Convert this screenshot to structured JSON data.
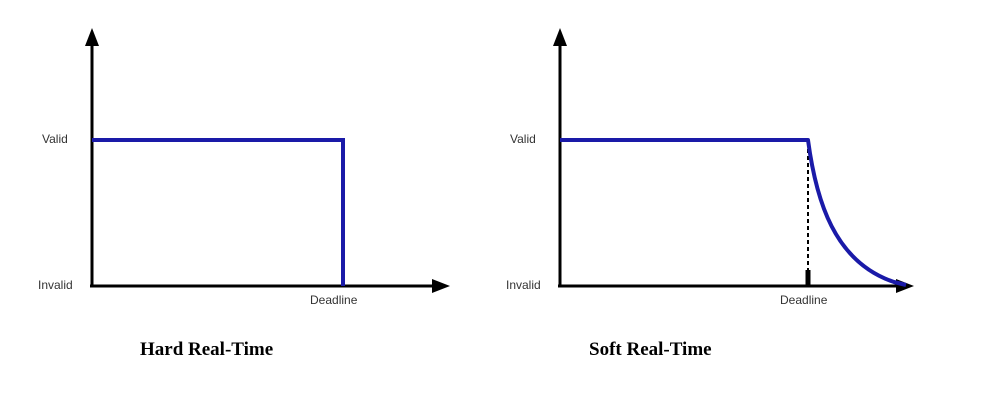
{
  "colors": {
    "axis": "#000000",
    "curve": "#1a1aa8",
    "label_text": "#333333",
    "caption_text": "#000000"
  },
  "panels": [
    {
      "caption": "Hard Real-Time",
      "y_labels": {
        "top": "Valid",
        "bottom": "Invalid"
      },
      "x_marker_label": "Deadline",
      "curve": "step"
    },
    {
      "caption": "Soft Real-Time",
      "y_labels": {
        "top": "Valid",
        "bottom": "Invalid"
      },
      "x_marker_label": "Deadline",
      "curve": "decay"
    }
  ]
}
